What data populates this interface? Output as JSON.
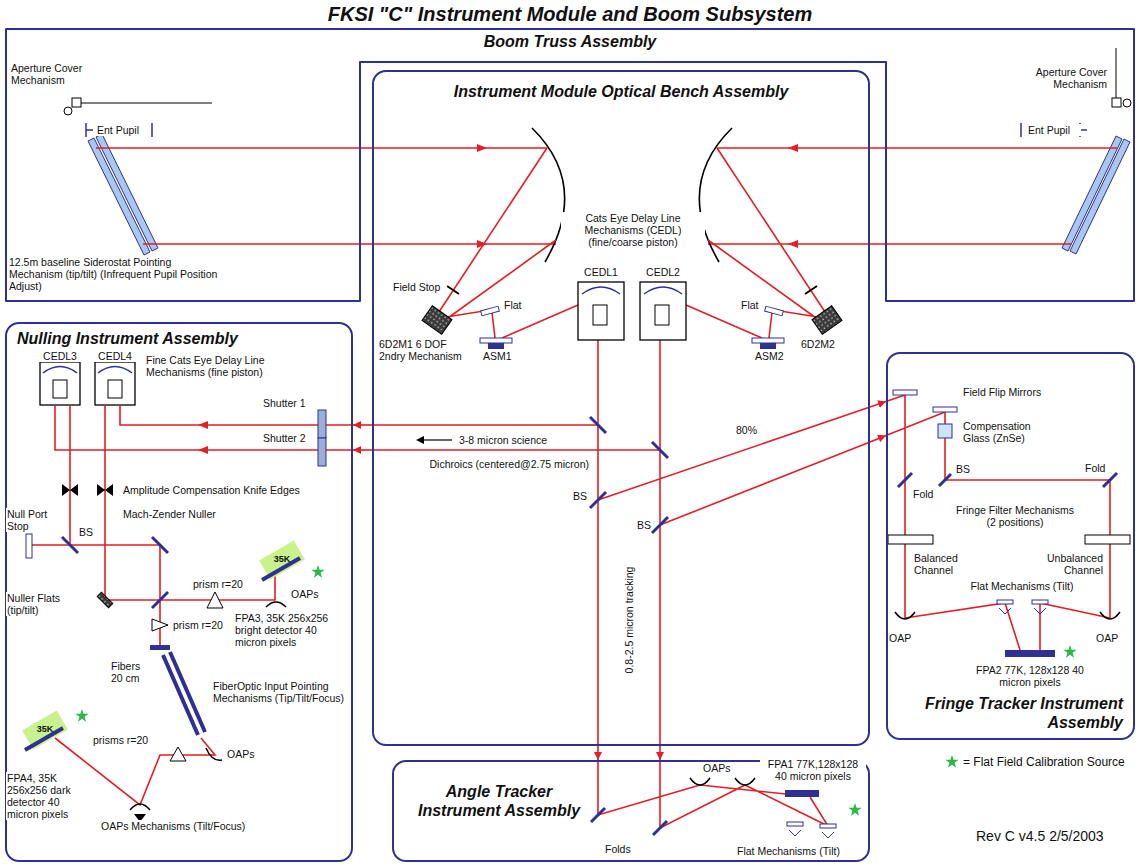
{
  "diagram": {
    "title": "FKSI \"C\" Instrument Module and Boom Subsystem",
    "nodes": [
      {
        "text": [
          "Boom Truss Assembly"
        ]
      },
      {
        "text": [
          "Instrument Module Optical Bench Assembly"
        ]
      },
      {
        "text": [
          "Nulling Instrument Assembly"
        ]
      },
      {
        "text": [
          "Fringe Tracker Instrument Assembly"
        ]
      },
      {
        "text": [
          "Angle Tracker Instrument Assembly"
        ]
      }
    ],
    "edges": [
      {
        "from": 1,
        "to": 2,
        "arrow": "to"
      },
      {
        "from": 1,
        "to": 2,
        "arrow": "to"
      },
      {
        "from": 1,
        "to": 3,
        "arrow": "to"
      },
      {
        "from": 1,
        "to": 3,
        "arrow": "to"
      },
      {
        "from": 1,
        "to": 4,
        "arrow": "to"
      },
      {
        "from": 1,
        "to": 4,
        "arrow": "to"
      }
    ],
    "labels": [
      "Aperture Cover Mechanism",
      "Ent Pupil",
      "12.5m baseline Siderostat Pointing Mechanism (tip/tilt) (Infrequent Pupil Position Adjust)",
      "Aperture Cover Mechanism",
      "Ent Pupil",
      "Cats Eye Delay Line Mechanisms (CEDL) (fine/coarse piston)",
      "CEDL1",
      "CEDL2",
      "Field Stop",
      "Flat",
      "6D2M1 6 DOF 2ndry Mechanism",
      "ASM1",
      "Flat",
      "6D2M2",
      "ASM2",
      "3-8 micron science",
      "Dichroics (centered@2.75 micron)",
      "BS",
      "80%",
      "BS",
      "0.8-2.5 micron tracking",
      "CEDL3",
      "CEDL4",
      "Fine Cats Eye Delay Line Mechanisms (fine piston)",
      "Shutter 1",
      "Shutter 2",
      "Amplitude Compensation Knife Edges",
      "Null Port Stop",
      "BS",
      "Mach-Zender Nuller",
      "Nuller Flats (tip/tilt)",
      "prism r=20",
      "OAPs",
      "prism r=20",
      "FPA3, 35K 256x256 bright detector 40 micron pixels",
      "35K",
      "Fibers 20 cm",
      "FiberOptic Input Pointing Mechanisms (Tip/Tilt/Focus)",
      "OAPs",
      "prisms r=20",
      "FPA4, 35K 256x256 dark detector 40 micron pixels",
      "35K",
      "OAPs Mechanisms (Tilt/Focus)",
      "Field Flip Mirrors",
      "Compensation Glass (ZnSe)",
      "BS",
      "Fold",
      "Fold",
      "Fringe Filter Mechanisms (2 positions)",
      "Balanced Channel",
      "Unbalanced Channel",
      "Flat Mechanisms (Tilt)",
      "OAP",
      "OAP",
      "FPA2 77K, 128x128 40 micron pixels",
      "OAPs",
      "FPA1 77K,128x128 40 micron pixels",
      "Folds",
      "Flat Mechanisms (Tilt)",
      "Rev C v4.5 2/5/2003"
    ],
    "legend": [
      {
        "text": "= Flat Field Calibration Source"
      }
    ]
  }
}
